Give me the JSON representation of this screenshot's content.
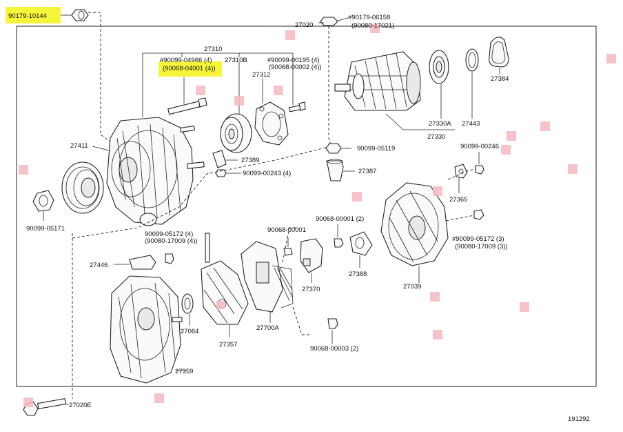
{
  "diagram": {
    "figure_number": "191292",
    "labels": {
      "l_90179_10144": "90179-10144",
      "l_27020": "27020",
      "l_90179_06158": "#90179-06158",
      "l_90080_17021": "(90080-17021)",
      "l_27310": "27310",
      "l_90099_04966": "#90099-04966 (4)",
      "l_90068_04001": "(90068-04001 (4))",
      "l_27310B": "27310B",
      "l_90099_00195": "#90099-00195 (4)",
      "l_90068_00002": "(90068-00002 (4))",
      "l_27312": "27312",
      "l_27384": "27384",
      "l_27330A": "27330A",
      "l_27443": "27443",
      "l_27330": "27330",
      "l_27411": "27411",
      "l_27389": "27389",
      "l_90099_00243": "90099-00243 (4)",
      "l_90099_05119": "90099-05119",
      "l_90099_00246": "90099-00246",
      "l_27387": "27387",
      "l_90099_05171": "90099-05171",
      "l_27365": "27365",
      "l_90099_05172a": "90099-05172 (4)",
      "l_90080_17009a": "(90080-17009 (4))",
      "l_90068_00001a": "90068-00001",
      "l_90068_00001b": "90068-00001 (2)",
      "l_90099_05172b": "#90099-05172 (3)",
      "l_90080_17009b": "(90080-17009 (3))",
      "l_27446": "27446",
      "l_27388": "27388",
      "l_27370": "27370",
      "l_27039": "27039",
      "l_27064": "27064",
      "l_27700A": "27700A",
      "l_27357": "27357",
      "l_90068_00003": "90068-00003 (2)",
      "l_27359": "27359",
      "l_27020E": "27020E"
    },
    "highlight_color": "#f5f53a",
    "hotspot_color": "#f3b9bf"
  }
}
